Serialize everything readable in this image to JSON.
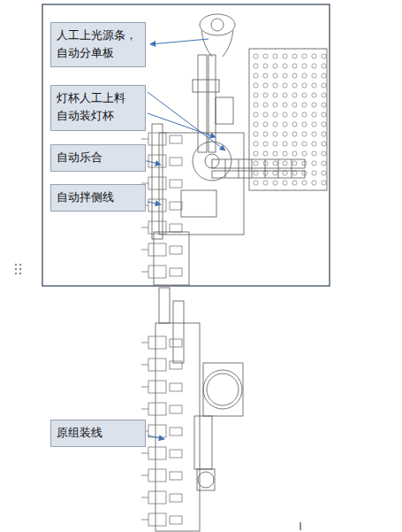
{
  "diagram": {
    "nodes": [
      {
        "text": [
          "人工上光源条，自动分单板"
        ]
      },
      {
        "text": [
          "灯杯人工上料 自动装灯杯"
        ]
      },
      {
        "text": [
          "自动乐合"
        ]
      },
      {
        "text": [
          "自动拌侧线"
        ]
      },
      {
        "text": [
          "原组装线"
        ]
      }
    ]
  }
}
